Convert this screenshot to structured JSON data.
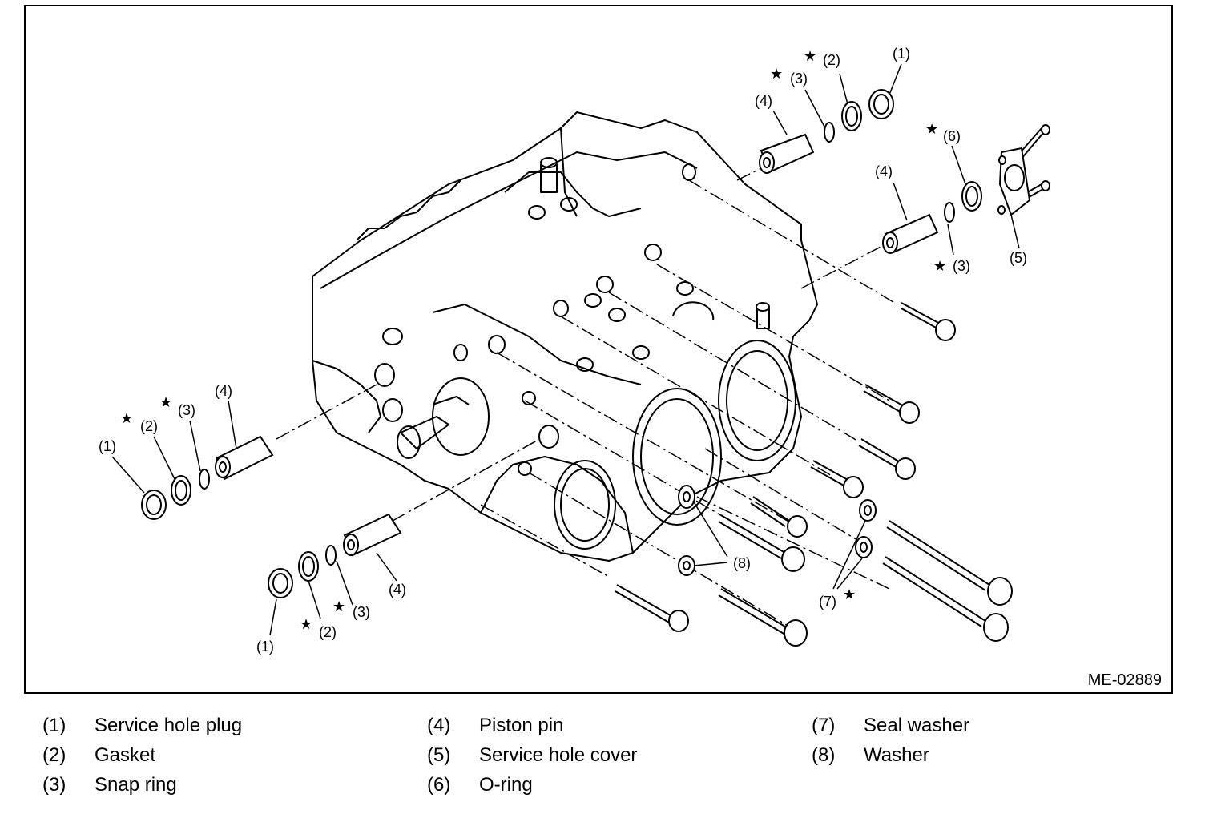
{
  "figure_code": "ME-02889",
  "star_symbol": "★",
  "callouts": {
    "rear_right": [
      "(1)",
      "(2)",
      "(3)",
      "(4)"
    ],
    "right_side": [
      "(4)",
      "(6)",
      "(3)",
      "(5)"
    ],
    "left_side": [
      "(1)",
      "(2)",
      "(3)",
      "(4)"
    ],
    "bottom_left": [
      "(1)",
      "(2)",
      "(3)",
      "(4)"
    ],
    "washers": [
      "(8)",
      "(7)"
    ]
  },
  "legend": [
    {
      "num": "(1)",
      "label": "Service hole plug"
    },
    {
      "num": "(2)",
      "label": "Gasket"
    },
    {
      "num": "(3)",
      "label": "Snap ring"
    },
    {
      "num": "(4)",
      "label": "Piston pin"
    },
    {
      "num": "(5)",
      "label": "Service hole cover"
    },
    {
      "num": "(6)",
      "label": "O-ring"
    },
    {
      "num": "(7)",
      "label": "Seal washer"
    },
    {
      "num": "(8)",
      "label": "Washer"
    }
  ]
}
